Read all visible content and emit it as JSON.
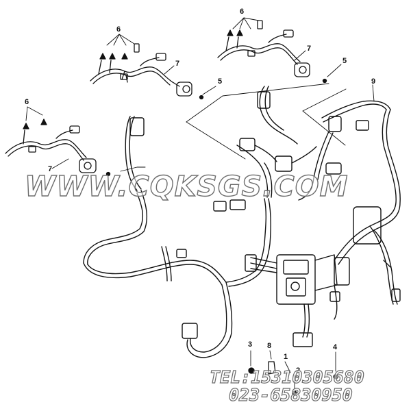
{
  "callouts": {
    "c1": "1",
    "c2": "2",
    "c3": "3",
    "c4": "4",
    "c5a": "5",
    "c5b": "5",
    "c6a": "6",
    "c6b": "6",
    "c6c": "6",
    "c7a": "7",
    "c7b": "7",
    "c7c": "7",
    "c8": "8",
    "c9": "9"
  },
  "watermark": "WWW.CQKSGS.COM",
  "contact": {
    "tel": "TEL:15310305680",
    "phone": "023-65830950"
  }
}
